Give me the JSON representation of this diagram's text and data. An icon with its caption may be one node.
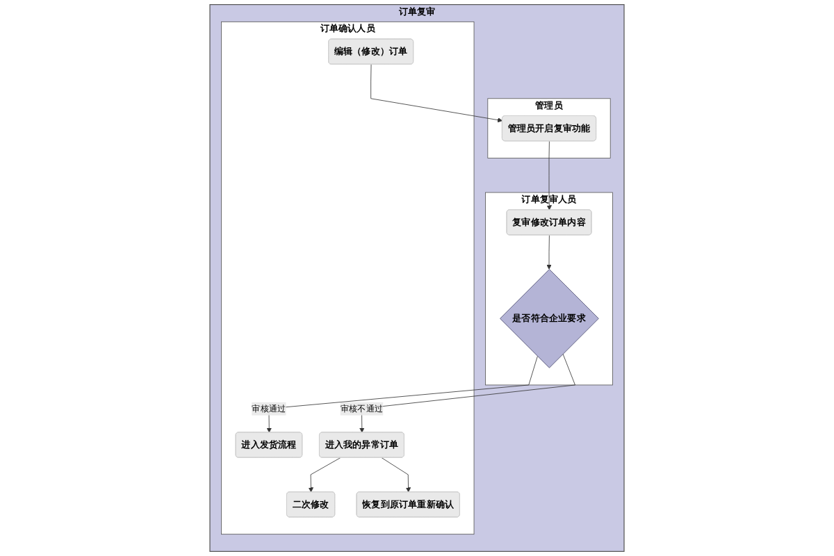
{
  "diagram": {
    "nodes": [
      {
        "text": [
          "订单复审"
        ]
      },
      {
        "text": [
          "订单确认人员"
        ],
        "in": 0
      },
      {
        "text": [
          "订单复审人员"
        ],
        "in": 0
      },
      {
        "text": [
          "管理员"
        ],
        "in": 0
      },
      {
        "text": [
          "编辑（修改）订单"
        ],
        "in": 1
      },
      {
        "text": [
          "管理员开启复审功能"
        ],
        "in": 3
      },
      {
        "text": [
          "复审修改订单内容"
        ],
        "in": 2
      },
      {
        "text": [
          "是否符合企业要求"
        ],
        "in": 2
      },
      {
        "text": [
          "进入发货流程"
        ],
        "in": 1
      },
      {
        "text": [
          "进入我的异常订单"
        ],
        "in": 1
      },
      {
        "text": [
          "二次修改"
        ],
        "in": 1
      },
      {
        "text": [
          "恢复到原订单重新确认"
        ],
        "in": 1
      }
    ],
    "edges": [
      {
        "from": 4,
        "to": 5,
        "arrow": "to"
      },
      {
        "from": 5,
        "to": 6,
        "arrow": "to"
      },
      {
        "from": 6,
        "to": 7,
        "arrow": "to"
      },
      {
        "from": 7,
        "to": 8,
        "arrow": "to",
        "label": "审核通过"
      },
      {
        "from": 7,
        "to": 9,
        "arrow": "to",
        "label": "审核不通过"
      },
      {
        "from": 9,
        "to": 10,
        "arrow": "to"
      },
      {
        "from": 9,
        "to": 11,
        "arrow": "to"
      }
    ]
  }
}
